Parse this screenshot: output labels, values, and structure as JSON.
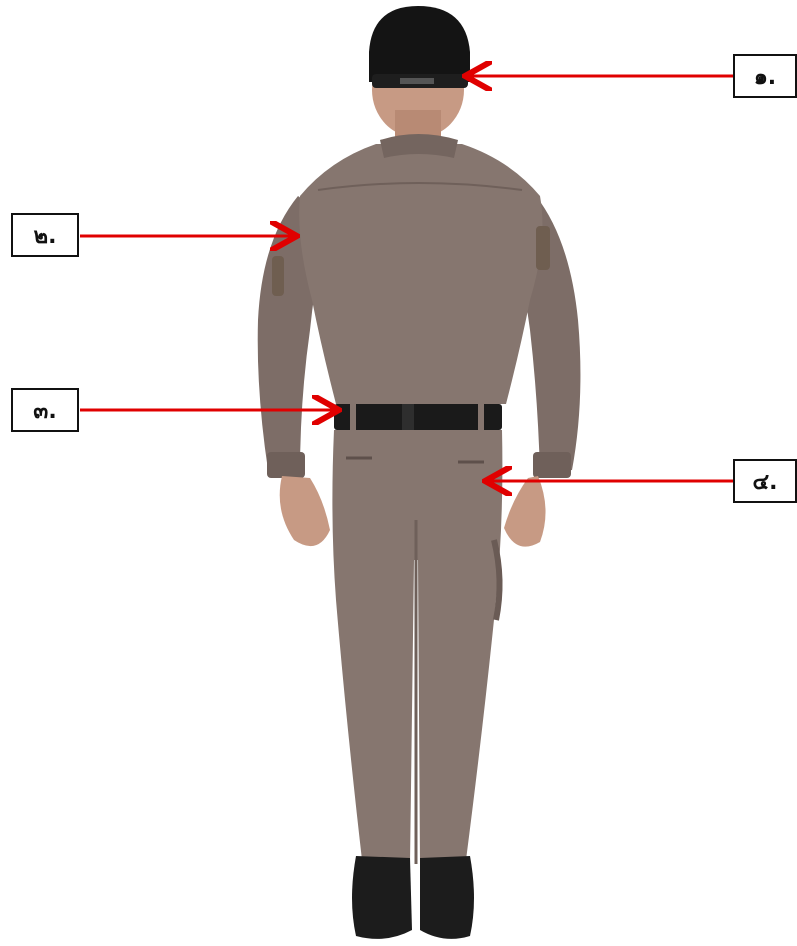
{
  "callouts": [
    {
      "label": "๑.",
      "points_to": "cap"
    },
    {
      "label": "๒.",
      "points_to": "shirt-shoulder"
    },
    {
      "label": "๓.",
      "points_to": "belt"
    },
    {
      "label": "๔.",
      "points_to": "trouser-back-pocket"
    }
  ],
  "colors": {
    "uniform": "#86766f",
    "uniform_shadow": "#6f605a",
    "cap": "#141414",
    "belt": "#1a1a1a",
    "skin": "#c79a84",
    "arrow": "#e00000",
    "boots": "#1c1c1c"
  }
}
